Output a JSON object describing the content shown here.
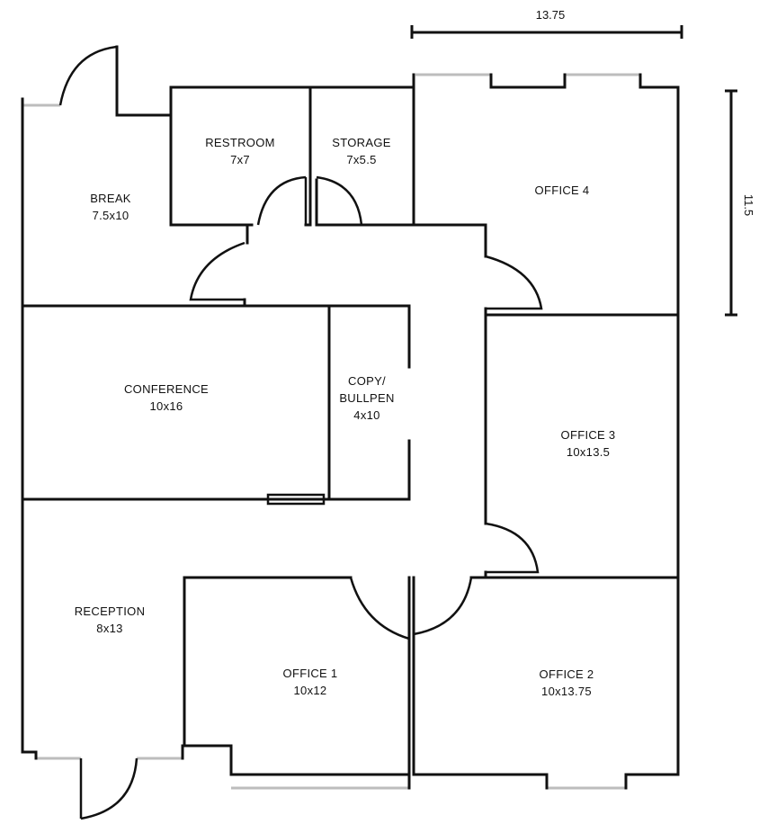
{
  "dimensions": {
    "top": "13.75",
    "right": "11.5"
  },
  "rooms": {
    "break": {
      "name": "BREAK",
      "size": "7.5x10"
    },
    "restroom": {
      "name": "RESTROOM",
      "size": "7x7"
    },
    "storage": {
      "name": "STORAGE",
      "size": "7x5.5"
    },
    "office4": {
      "name": "OFFICE 4",
      "size": ""
    },
    "conference": {
      "name": "CONFERENCE",
      "size": "10x16"
    },
    "copy": {
      "name_line1": "COPY/",
      "name_line2": "BULLPEN",
      "size": "4x10"
    },
    "office3": {
      "name": "OFFICE 3",
      "size": "10x13.5"
    },
    "reception": {
      "name": "RECEPTION",
      "size": "8x13"
    },
    "office1": {
      "name": "OFFICE 1",
      "size": "10x12"
    },
    "office2": {
      "name": "OFFICE 2",
      "size": "10x13.75"
    }
  },
  "colors": {
    "wall": "#111111",
    "window": "#bdbdbd"
  }
}
